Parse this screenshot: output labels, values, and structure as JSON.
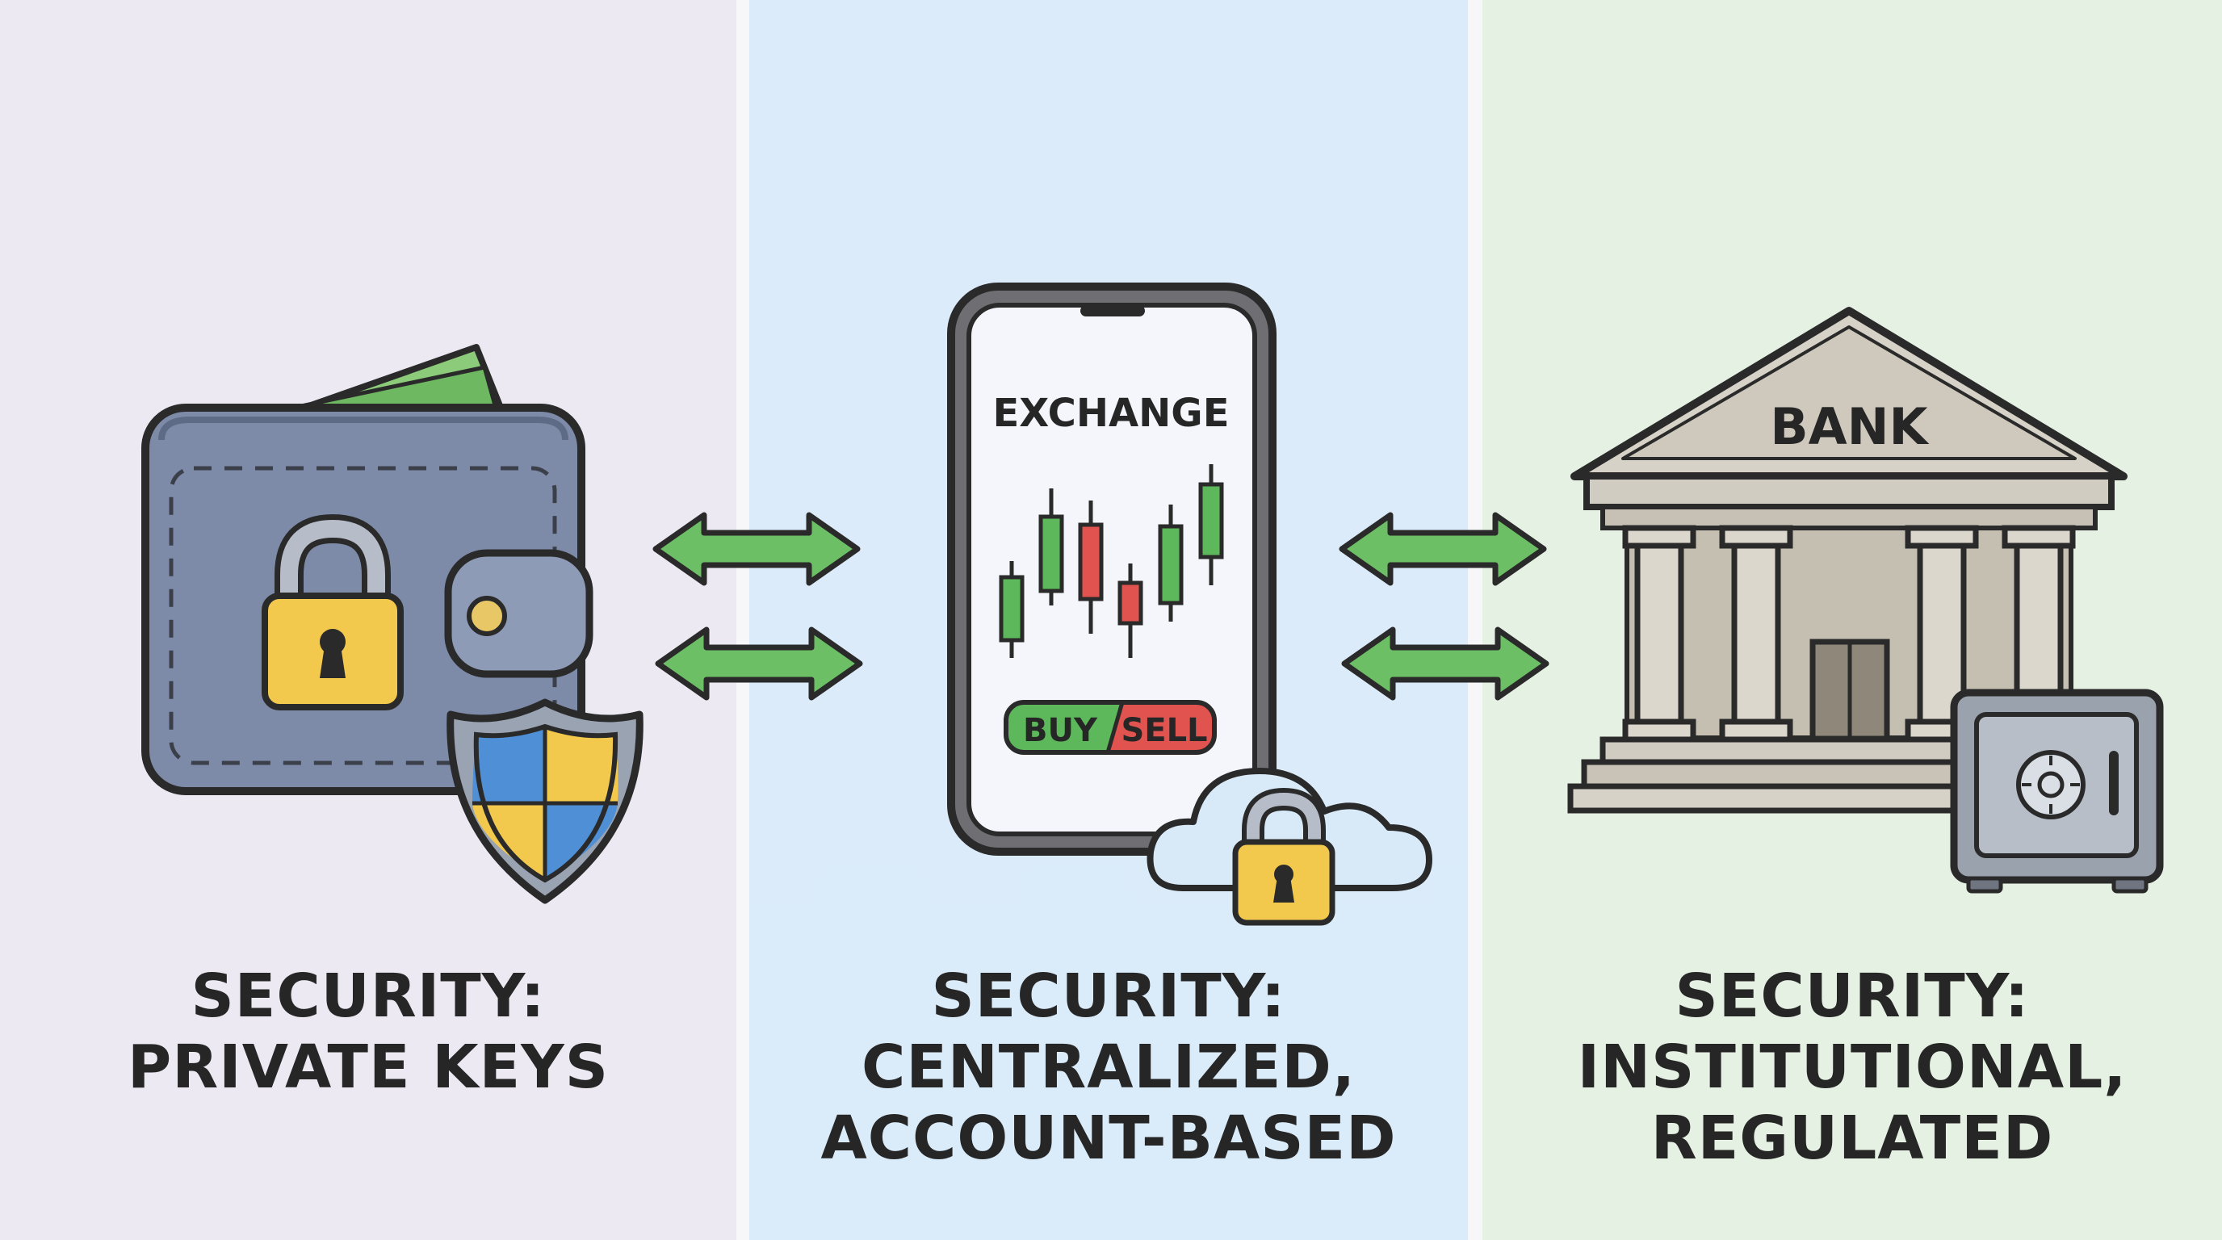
{
  "colors": {
    "wallet_panel_bg": "#ECE9F3",
    "exchange_panel_bg": "#DCEBFA",
    "bank_panel_bg": "#E5F1E3",
    "arrow_green": "#6DBF66",
    "candle_green": "#5DB85B",
    "candle_red": "#E0534F",
    "lock_yellow": "#F2C94C",
    "wallet_grey": "#7D8BA8"
  },
  "panels": {
    "wallet": {
      "icon": "wallet-with-padlock-and-shield",
      "caption_line1": "SECURITY:",
      "caption_line2": "PRIVATE KEYS"
    },
    "exchange": {
      "icon": "smartphone-exchange-app",
      "screen_title": "EXCHANGE",
      "buy_label": "BUY",
      "sell_label": "SELL",
      "caption_line1": "SECURITY:",
      "caption_line2": "CENTRALIZED,",
      "caption_line3": "ACCOUNT-BASED"
    },
    "bank": {
      "icon": "bank-building-with-safe",
      "building_label": "BANK",
      "caption_line1": "SECURITY:",
      "caption_line2": "INSTITUTIONAL,",
      "caption_line3": "REGULATED"
    }
  },
  "connectors": [
    "double-arrow-icon",
    "double-arrow-icon",
    "double-arrow-icon",
    "double-arrow-icon"
  ]
}
